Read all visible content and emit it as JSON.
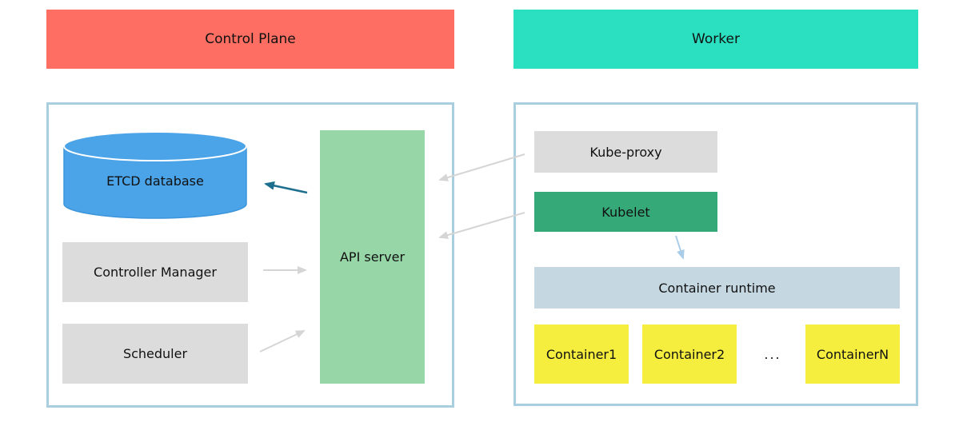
{
  "diagram": {
    "headers": {
      "control_plane": "Control Plane",
      "worker": "Worker"
    },
    "control_plane": {
      "etcd_label": "ETCD database",
      "controller_manager_label": "Controller Manager",
      "scheduler_label": "Scheduler",
      "api_server_label": "API server"
    },
    "worker": {
      "kube_proxy_label": "Kube-proxy",
      "kubelet_label": "Kubelet",
      "container_runtime_label": "Container runtime",
      "containers": [
        "Container1",
        "Container2",
        "ContainerN"
      ],
      "ellipsis": "..."
    },
    "edges": [
      {
        "from": "controller-manager",
        "to": "api-server",
        "style": "gray"
      },
      {
        "from": "scheduler",
        "to": "api-server",
        "style": "gray"
      },
      {
        "from": "api-server",
        "to": "etcd-database",
        "style": "dark-teal"
      },
      {
        "from": "kube-proxy",
        "to": "api-server",
        "style": "gray"
      },
      {
        "from": "kubelet",
        "to": "api-server",
        "style": "gray"
      },
      {
        "from": "kubelet",
        "to": "container-runtime",
        "style": "light-blue"
      }
    ],
    "colors": {
      "control_plane_header": "#FF6E62",
      "worker_header": "#2BDFC1",
      "etcd_fill": "#4BA3E8",
      "api_server_fill": "#97D6A7",
      "kubelet_fill": "#35AA78",
      "gray_box_fill": "#DCDCDC",
      "container_runtime_fill": "#C5D7E1",
      "container_fill": "#F5EE3E",
      "panel_border": "#A9CEDF",
      "arrow_gray": "#D5D5D5",
      "arrow_dark_teal": "#1E6F8E",
      "arrow_light_blue": "#A9CCE8"
    }
  }
}
